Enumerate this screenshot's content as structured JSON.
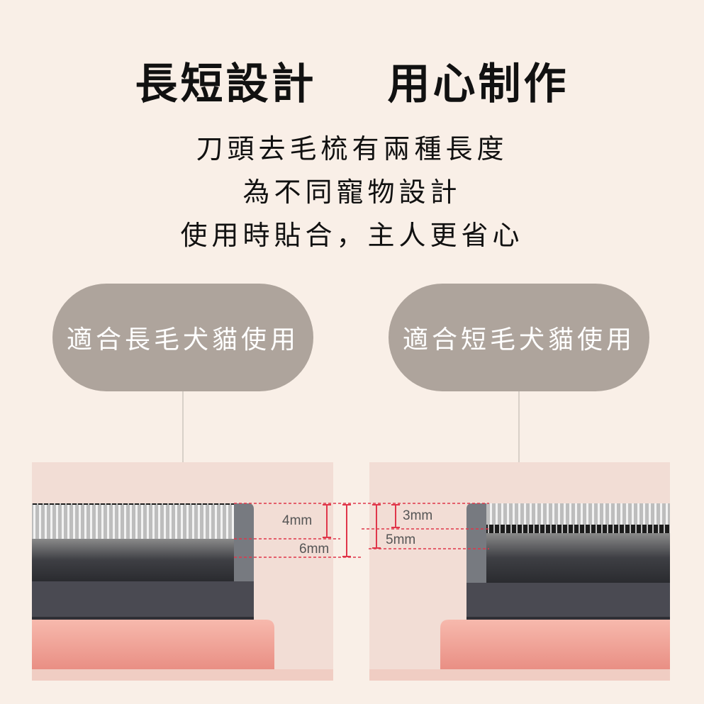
{
  "header": {
    "title_left": "長短設計",
    "title_right": "用心制作",
    "lines": [
      "刀頭去毛梳有兩種長度",
      "為不同寵物設計",
      "使用時貼合，主人更省心"
    ]
  },
  "left": {
    "label": "適合長毛犬貓使用",
    "dims": [
      "4mm",
      "6mm"
    ]
  },
  "right": {
    "label": "適合短毛犬貓使用",
    "dims": [
      "3mm",
      "5mm"
    ]
  },
  "colors": {
    "background": "#f9efe7",
    "pill": "#aea49c",
    "guide": "#e0364a",
    "base": "#f3a79c"
  }
}
